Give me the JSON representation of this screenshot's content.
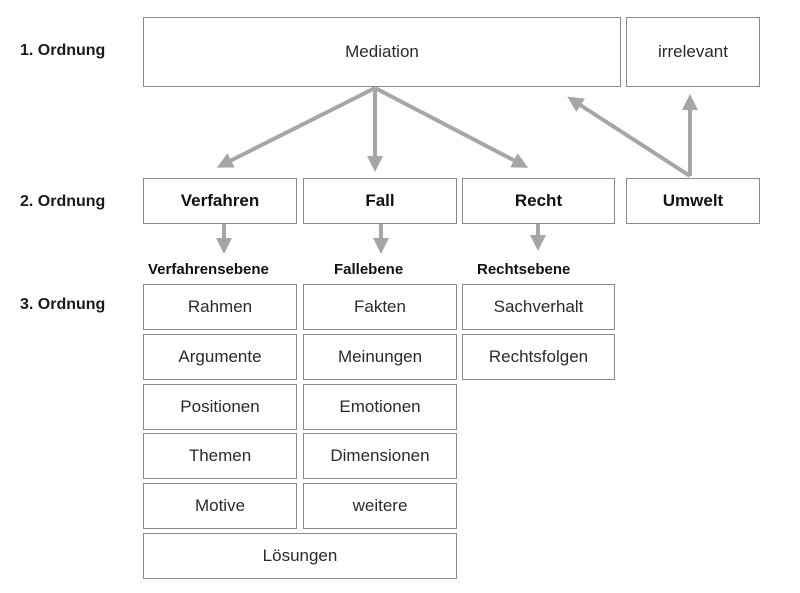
{
  "levels": {
    "first": "1. Ordnung",
    "second": "2. Ordnung",
    "third": "3. Ordnung"
  },
  "first_order": {
    "mediation": "Mediation",
    "irrelevant": "irrelevant"
  },
  "second_order": {
    "verfahren": "Verfahren",
    "fall": "Fall",
    "recht": "Recht",
    "umwelt": "Umwelt"
  },
  "third_order": {
    "verfahren": {
      "header": "Verfahrensebene",
      "items": [
        "Rahmen",
        "Argumente",
        "Positionen",
        "Themen",
        "Motive"
      ]
    },
    "fall": {
      "header": "Fallebene",
      "items": [
        "Fakten",
        "Meinungen",
        "Emotionen",
        "Dimensionen",
        "weitere"
      ]
    },
    "recht": {
      "header": "Rechtsebene",
      "items": [
        "Sachverhalt",
        "Rechtsfolgen"
      ]
    },
    "shared": "Lösungen"
  },
  "colors": {
    "arrow": "#a6a6a6",
    "border": "#8a8a8a"
  }
}
